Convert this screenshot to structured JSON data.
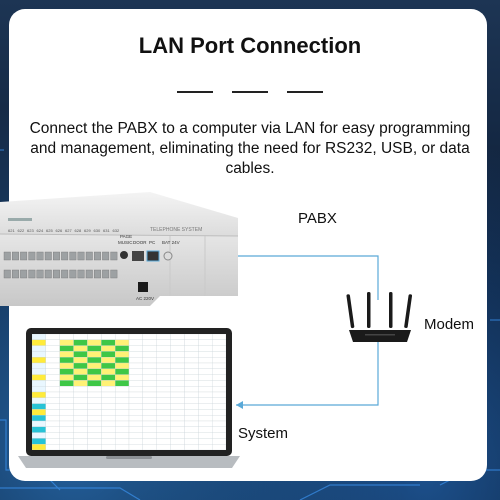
{
  "title": "LAN Port Connection",
  "description": "Connect the PABX to a computer via LAN for easy programming and management,  eliminating the need for RS232, USB, or data cables.",
  "labels": {
    "pabx": "PABX",
    "modem": "Modem",
    "system": "System"
  },
  "pabx_device": {
    "port_numbers": [
      "621",
      "622",
      "623",
      "624",
      "625",
      "626",
      "627",
      "628",
      "629",
      "630",
      "631",
      "632"
    ],
    "port_labels": {
      "page": "PAGE",
      "music": "MUSIC",
      "door": "DOOR",
      "pc": "PC",
      "bat": "BAT 24V",
      "ac": "AC 220V"
    }
  },
  "colors": {
    "accent_line": "#5aa9d8",
    "background": "#0b1a30",
    "card": "#ffffff"
  }
}
